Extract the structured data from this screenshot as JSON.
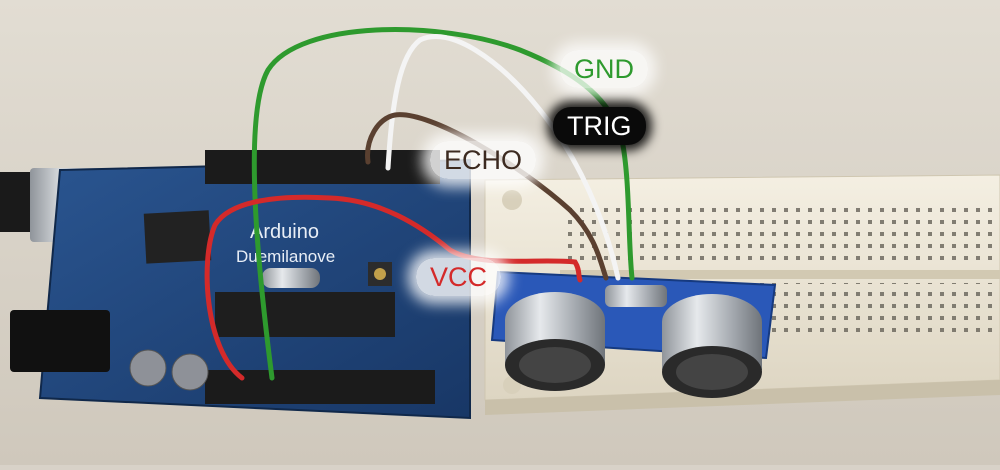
{
  "labels": {
    "gnd": "GND",
    "trig": "TRIG",
    "echo": "ECHO",
    "vcc": "VCC"
  },
  "board": {
    "brand": "Arduino",
    "model": "Duemilanove"
  },
  "colors": {
    "gnd": "#2e9a2e",
    "trig": "#f4f4f4",
    "echo": "#5a4030",
    "vcc": "#d42a2a",
    "arduino_pcb": "#22457a",
    "sensor_pcb": "#2a58b8",
    "breadboard": "#efe9d8"
  }
}
